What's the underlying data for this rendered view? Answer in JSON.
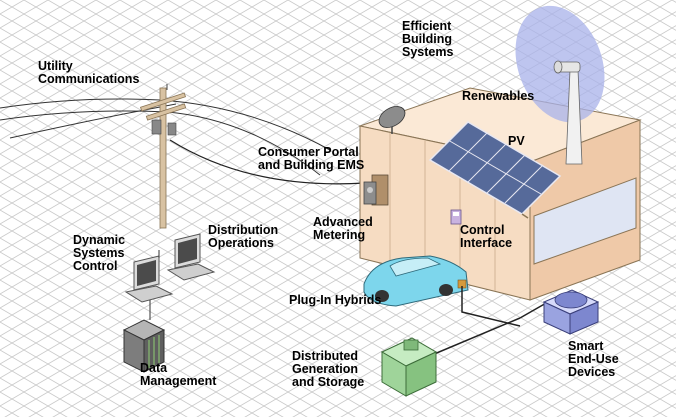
{
  "labels": {
    "utility_communications": "Utility\nCommunications",
    "efficient_building_systems": "Efficient\nBuilding\nSystems",
    "renewables": "Renewables",
    "pv": "PV",
    "consumer_portal": "Consumer Portal\nand Building EMS",
    "advanced_metering": "Advanced\nMetering",
    "control_interface": "Control\nInterface",
    "dynamic_systems_control": "Dynamic\nSystems\nControl",
    "distribution_operations": "Distribution\nOperations",
    "plug_in_hybrids": "Plug-In Hybrids",
    "data_management": "Data\nManagement",
    "distributed_generation": "Distributed\nGeneration\nand Storage",
    "smart_devices": "Smart\nEnd-Use\nDevices"
  },
  "colors": {
    "grid_line": "#c9c9c9",
    "house_wall": "#f6dcc2",
    "house_top": "#fbe9d6",
    "house_side": "#efc9a8",
    "window": "#dfe5f3",
    "solar_panel": "#566a9a",
    "car": "#7dd6ec",
    "generator": "#9fd49a",
    "pole": "#d8c2a2",
    "wind_blade": "#a8b2ea",
    "server": "#7d7d7d",
    "device": "#9aa3e0"
  }
}
